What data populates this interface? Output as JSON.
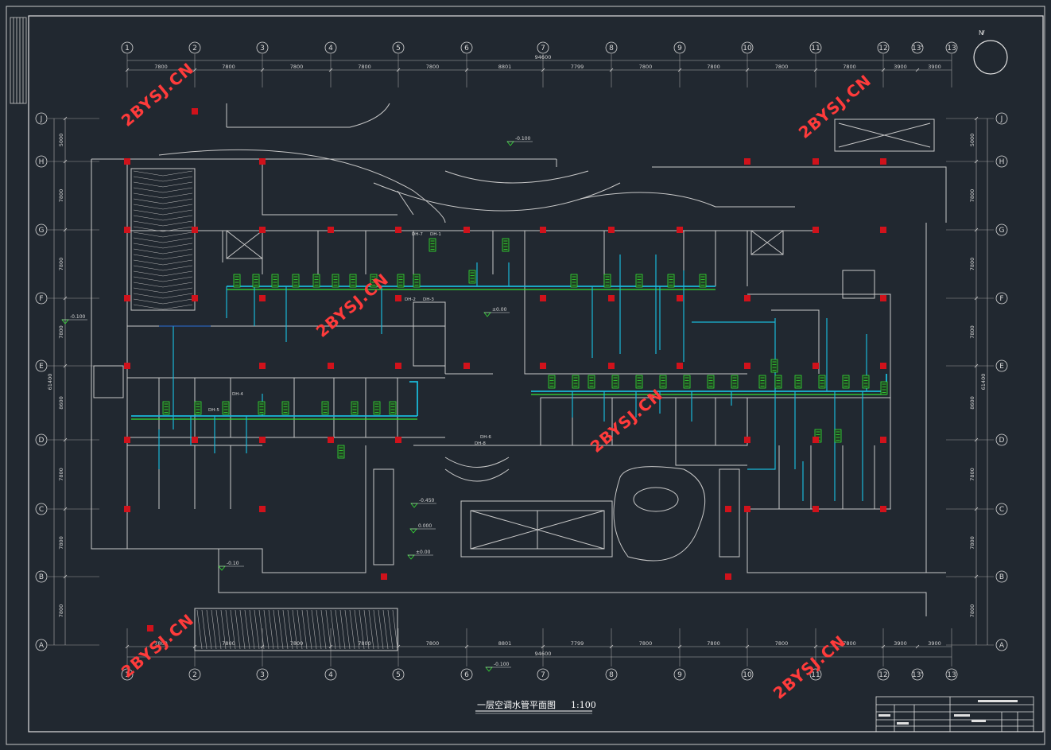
{
  "drawing": {
    "title": "一层空调水管平面图",
    "scale": "1:100",
    "total_dimension": "94600"
  },
  "axes": {
    "columns": [
      "1",
      "2",
      "3",
      "4",
      "5",
      "6",
      "7",
      "8",
      "9",
      "10",
      "11",
      "12",
      "13"
    ],
    "column_extra": "13'",
    "rows": [
      "J",
      "H",
      "G",
      "F",
      "E",
      "D",
      "C",
      "B",
      "A"
    ],
    "column_spans_top": [
      "7800",
      "7800",
      "7800",
      "7800",
      "7800",
      "8801",
      "7799",
      "7800",
      "7800",
      "7800",
      "7800",
      "3900",
      "3900"
    ],
    "column_spans_bottom": [
      "7800",
      "7800",
      "7800",
      "7800",
      "7800",
      "8801",
      "7799",
      "7800",
      "7800",
      "7800",
      "7800",
      "3900",
      "3900"
    ],
    "row_spans": [
      "5000",
      "7800",
      "7800",
      "7800",
      "8600",
      "7800",
      "7800",
      "7800"
    ],
    "row_total": "61400"
  },
  "levels": [
    "-0.100",
    "±0.00",
    "-0.100",
    "-0.450",
    "0.000",
    "±0.00",
    "-0.100",
    "-0.10"
  ],
  "pipe_tags": [
    "DH-7",
    "DH-1",
    "DH-2",
    "DH-3",
    "DH-4",
    "DH-5",
    "DH-6",
    "DH-8"
  ],
  "watermark": "2BYSJ.CN",
  "colors": {
    "background": "#212830",
    "walls": "#c8c8c8",
    "column": "#d0121b",
    "pipe_cyan": "#19b8d8",
    "pipe_green": "#35e035",
    "watermark": "#ff3b3b"
  }
}
